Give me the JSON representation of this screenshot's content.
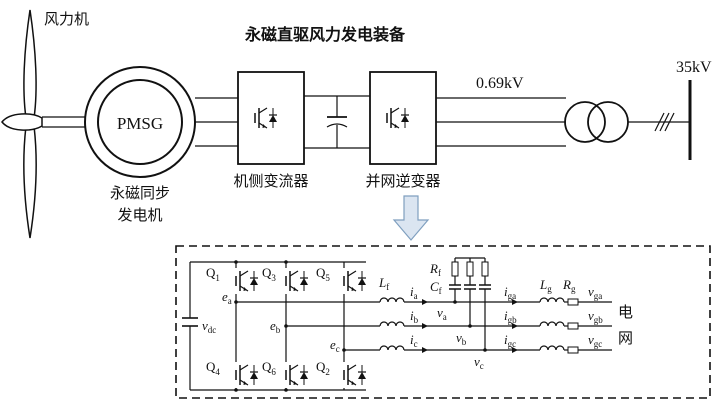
{
  "title": "永磁直驱风力发电装备",
  "wind_turbine_label": "风力机",
  "pmsg_label": "PMSG",
  "pmsg_caption_line1": "永磁同步",
  "pmsg_caption_line2": "发电机",
  "machine_converter_label": "机侧变流器",
  "grid_inverter_label": "并网逆变器",
  "voltage_low": "0.69kV",
  "voltage_high": "35kV",
  "detail": {
    "switches": {
      "q1": {
        "base": "Q",
        "sub": "1"
      },
      "q3": {
        "base": "Q",
        "sub": "3"
      },
      "q5": {
        "base": "Q",
        "sub": "5"
      },
      "q4": {
        "base": "Q",
        "sub": "4"
      },
      "q6": {
        "base": "Q",
        "sub": "6"
      },
      "q2": {
        "base": "Q",
        "sub": "2"
      }
    },
    "vdc": {
      "base": "v",
      "sub": "dc"
    },
    "ea": {
      "base": "e",
      "sub": "a"
    },
    "eb": {
      "base": "e",
      "sub": "b"
    },
    "ec": {
      "base": "e",
      "sub": "c"
    },
    "lf": {
      "base": "L",
      "sub": "f"
    },
    "ia": {
      "base": "i",
      "sub": "a"
    },
    "ib": {
      "base": "i",
      "sub": "b"
    },
    "ic": {
      "base": "i",
      "sub": "c"
    },
    "va": {
      "base": "v",
      "sub": "a"
    },
    "vb": {
      "base": "v",
      "sub": "b"
    },
    "vc": {
      "base": "v",
      "sub": "c"
    },
    "rf": {
      "base": "R",
      "sub": "f"
    },
    "cf": {
      "base": "C",
      "sub": "f"
    },
    "iga": {
      "base": "i",
      "sub": "ga"
    },
    "igb": {
      "base": "i",
      "sub": "gb"
    },
    "igc": {
      "base": "i",
      "sub": "gc"
    },
    "lg": {
      "base": "L",
      "sub": "g"
    },
    "rg": {
      "base": "R",
      "sub": "g"
    },
    "vga": {
      "base": "v",
      "sub": "ga"
    },
    "vgb": {
      "base": "v",
      "sub": "gb"
    },
    "vgc": {
      "base": "v",
      "sub": "gc"
    },
    "grid_char1": "电",
    "grid_char2": "网"
  }
}
